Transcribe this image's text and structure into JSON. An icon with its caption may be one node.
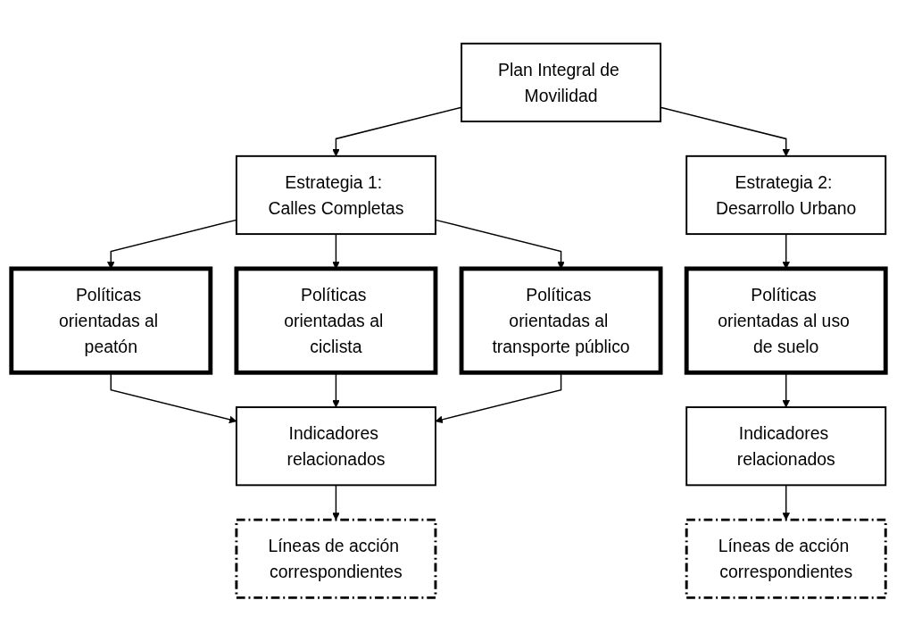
{
  "diagram": {
    "nodes": [
      {
        "text": [
          "Plan Integral de Movilidad"
        ]
      },
      {
        "text": [
          "Estrategia 1: Calles Completas"
        ]
      },
      {
        "text": [
          "Estrategia 2: Desarrollo Urbano"
        ]
      },
      {
        "text": [
          "Políticas orientadas al peatón"
        ]
      },
      {
        "text": [
          "Políticas orientadas al ciclista"
        ]
      },
      {
        "text": [
          "Políticas orientadas al transporte público"
        ]
      },
      {
        "text": [
          "Políticas orientadas al uso de suelo"
        ]
      },
      {
        "text": [
          "Indicadores relacionados"
        ]
      },
      {
        "text": [
          "Indicadores relacionados"
        ]
      },
      {
        "text": [
          "Líneas de acción correspondientes"
        ]
      },
      {
        "text": [
          "Líneas de acción correspondientes"
        ]
      }
    ],
    "edges": [
      {
        "from": 0,
        "to": 1,
        "arrow": "to"
      },
      {
        "from": 0,
        "to": 2,
        "arrow": "to"
      },
      {
        "from": 1,
        "to": 3,
        "arrow": "to"
      },
      {
        "from": 1,
        "to": 4,
        "arrow": "to"
      },
      {
        "from": 1,
        "to": 5,
        "arrow": "to"
      },
      {
        "from": 2,
        "to": 6,
        "arrow": "to"
      },
      {
        "from": 3,
        "to": 7,
        "arrow": "to"
      },
      {
        "from": 4,
        "to": 7,
        "arrow": "to"
      },
      {
        "from": 5,
        "to": 7,
        "arrow": "to"
      },
      {
        "from": 6,
        "to": 8,
        "arrow": "to"
      },
      {
        "from": 7,
        "to": 9,
        "arrow": "to"
      },
      {
        "from": 8,
        "to": 10,
        "arrow": "to"
      }
    ]
  }
}
